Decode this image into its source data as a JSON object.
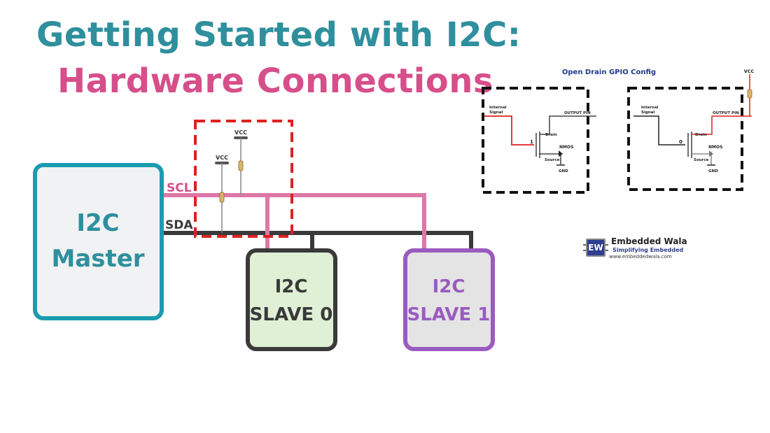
{
  "title": {
    "line1": "Getting Started with I2C:",
    "line2": "Hardware Connections"
  },
  "bus": {
    "scl_label": "SCL",
    "sda_label": "SDA"
  },
  "pullups": {
    "vcc_left": "VCC",
    "vcc_right": "VCC"
  },
  "nodes": {
    "master": {
      "line1": "I2C",
      "line2": "Master"
    },
    "slave0": {
      "line1": "I2C",
      "line2": "SLAVE 0"
    },
    "slave1": {
      "line1": "I2C",
      "line2": "SLAVE 1"
    }
  },
  "gpio": {
    "title": "Open Drain GPIO Config",
    "left": {
      "input_line1": "Internal",
      "input_line2": "Signal",
      "output": "OUTPUT PIN",
      "drain": "Drain",
      "nmos": "NMOS",
      "source": "Source",
      "gnd": "GND",
      "value": "1"
    },
    "right": {
      "input_line1": "Internal",
      "input_line2": "Signal",
      "output": "OUTPUT PIN",
      "drain": "Drain",
      "nmos": "NMOS",
      "source": "Source",
      "gnd": "GND",
      "value": "0",
      "vcc": "VCC"
    }
  },
  "logo": {
    "mark": "EW",
    "name": "Embedded Wala",
    "tagline": "Simplifying Embedded",
    "url": "www.embeddedwala.com"
  },
  "colors": {
    "teal": "#2f8f9d",
    "pink": "#d64f8a",
    "scl_line": "#de78a8",
    "sda_line": "#3a3a3a",
    "pullup_box": "#e02020",
    "slave0_fill": "#dff0d5",
    "slave1_stroke": "#9a5bbf",
    "signal_red": "#e02020"
  }
}
